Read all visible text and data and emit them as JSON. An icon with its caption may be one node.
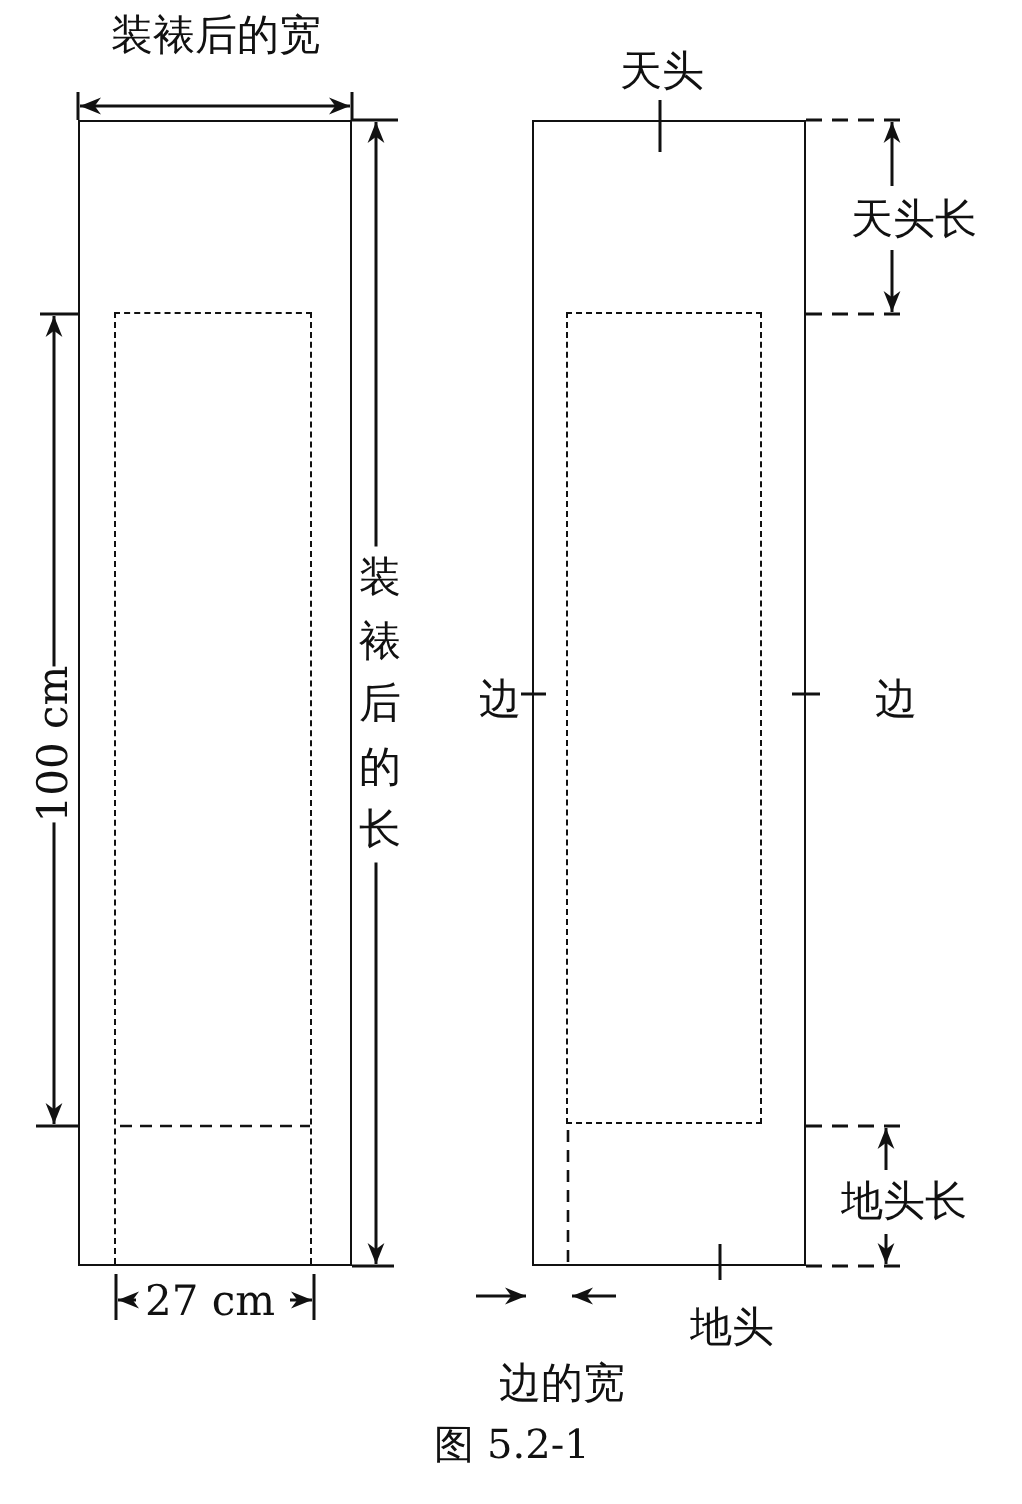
{
  "diagram": {
    "caption": "图 5.2-1",
    "nodes": [
      {
        "text": [],
        "shape": "box"
      },
      {
        "text": [],
        "shape": "box",
        "in": 0
      },
      {
        "text": [],
        "shape": "box"
      },
      {
        "text": [],
        "shape": "box",
        "in": 2
      }
    ],
    "labels": [
      "装裱后的宽",
      "天头",
      "天头长",
      "100 cm",
      "装裱后的长",
      "边",
      "边",
      "地头长",
      "27 cm",
      "地头",
      "边的宽"
    ]
  }
}
